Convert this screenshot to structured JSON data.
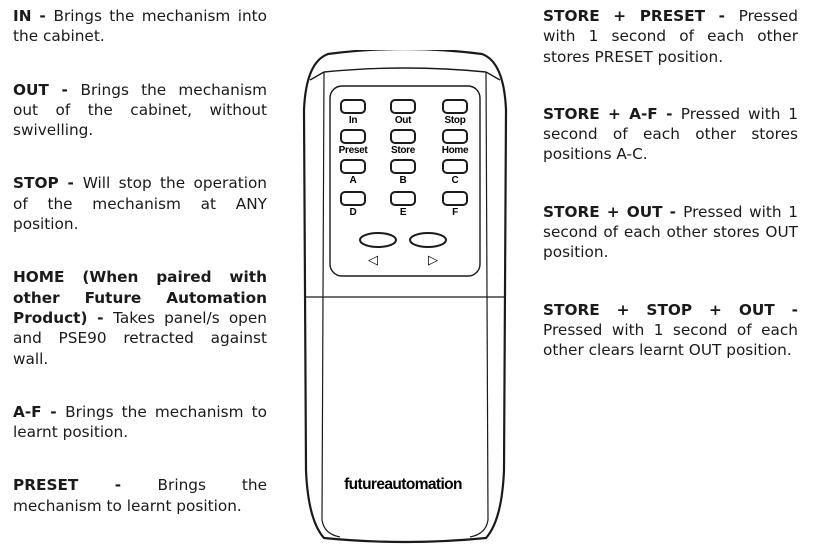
{
  "left": [
    {
      "key": "IN - ",
      "text": "Brings the mechanism into the cabinet."
    },
    {
      "key": "OUT - ",
      "text": "Brings the mechanism out of the cabinet, without swivelling."
    },
    {
      "key": "STOP - ",
      "text": "Will stop the operation of the mechanism at ANY position."
    },
    {
      "key": "HOME (When paired with other Future Automation Product) - ",
      "text": "Takes panel/s open and PSE90 retracted against wall."
    },
    {
      "key": "A-F - ",
      "text": "Brings the mechanism to learnt position."
    },
    {
      "key": "PRESET - ",
      "text": "Brings the mechanism to learnt position."
    }
  ],
  "right": [
    {
      "key": "STORE + PRESET - ",
      "text": "Pressed with 1 second of each other stores PRESET position."
    },
    {
      "key": "STORE + A-F - ",
      "text": "Pressed with 1 second of each other stores positions A-C."
    },
    {
      "key": "STORE + OUT - ",
      "text": "Pressed with 1 second of each other stores OUT position."
    },
    {
      "key": "STORE + STOP + OUT - ",
      "text": "Pressed with 1 second of each other clears learnt OUT position."
    }
  ],
  "remote": {
    "buttons": [
      "In",
      "Out",
      "Stop",
      "Preset",
      "Store",
      "Home",
      "A",
      "B",
      "C",
      "D",
      "E",
      "F"
    ],
    "left_arrow": "◁",
    "right_arrow": "▷",
    "brand": "futureautomation"
  }
}
